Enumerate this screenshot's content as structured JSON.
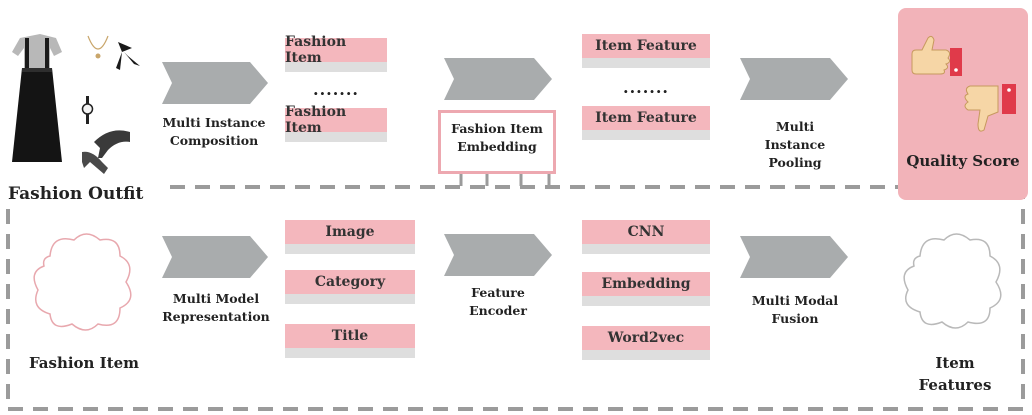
{
  "top": {
    "outfit_label": "Fashion Outfit",
    "step1_label": "Multi Instance\nComposition",
    "items": [
      "Fashion Item",
      "Fashion Item"
    ],
    "items_ellipsis": ".......",
    "embedding_label": "Fashion Item\nEmbedding",
    "features": [
      "Item Feature",
      "Item Feature"
    ],
    "features_ellipsis": ".......",
    "pooling_label": "Multi\nInstance\nPooling",
    "score_label": "Quality Score"
  },
  "bottom": {
    "item_label": "Fashion Item",
    "representation_label": "Multi Model\nRepresentation",
    "modalities": [
      "Image",
      "Category",
      "Title"
    ],
    "encoder_label": "Feature\nEncoder",
    "encoders": [
      "CNN",
      "Embedding",
      "Word2vec"
    ],
    "fusion_label": "Multi Modal\nFusion",
    "output_label": "Item\nFeatures"
  },
  "icons": {
    "outfit_illustration": "outfit-clothing-icon",
    "thumbs_up": "thumbs-up-icon",
    "thumbs_down": "thumbs-down-icon",
    "cloud_item": "cloud-icon",
    "cloud_features": "cloud-icon"
  },
  "colors": {
    "pink": "#f4b7bd",
    "gray_arrow": "#a9acad",
    "dash": "#9b9b9b",
    "score_bg": "#f2b3b9"
  }
}
